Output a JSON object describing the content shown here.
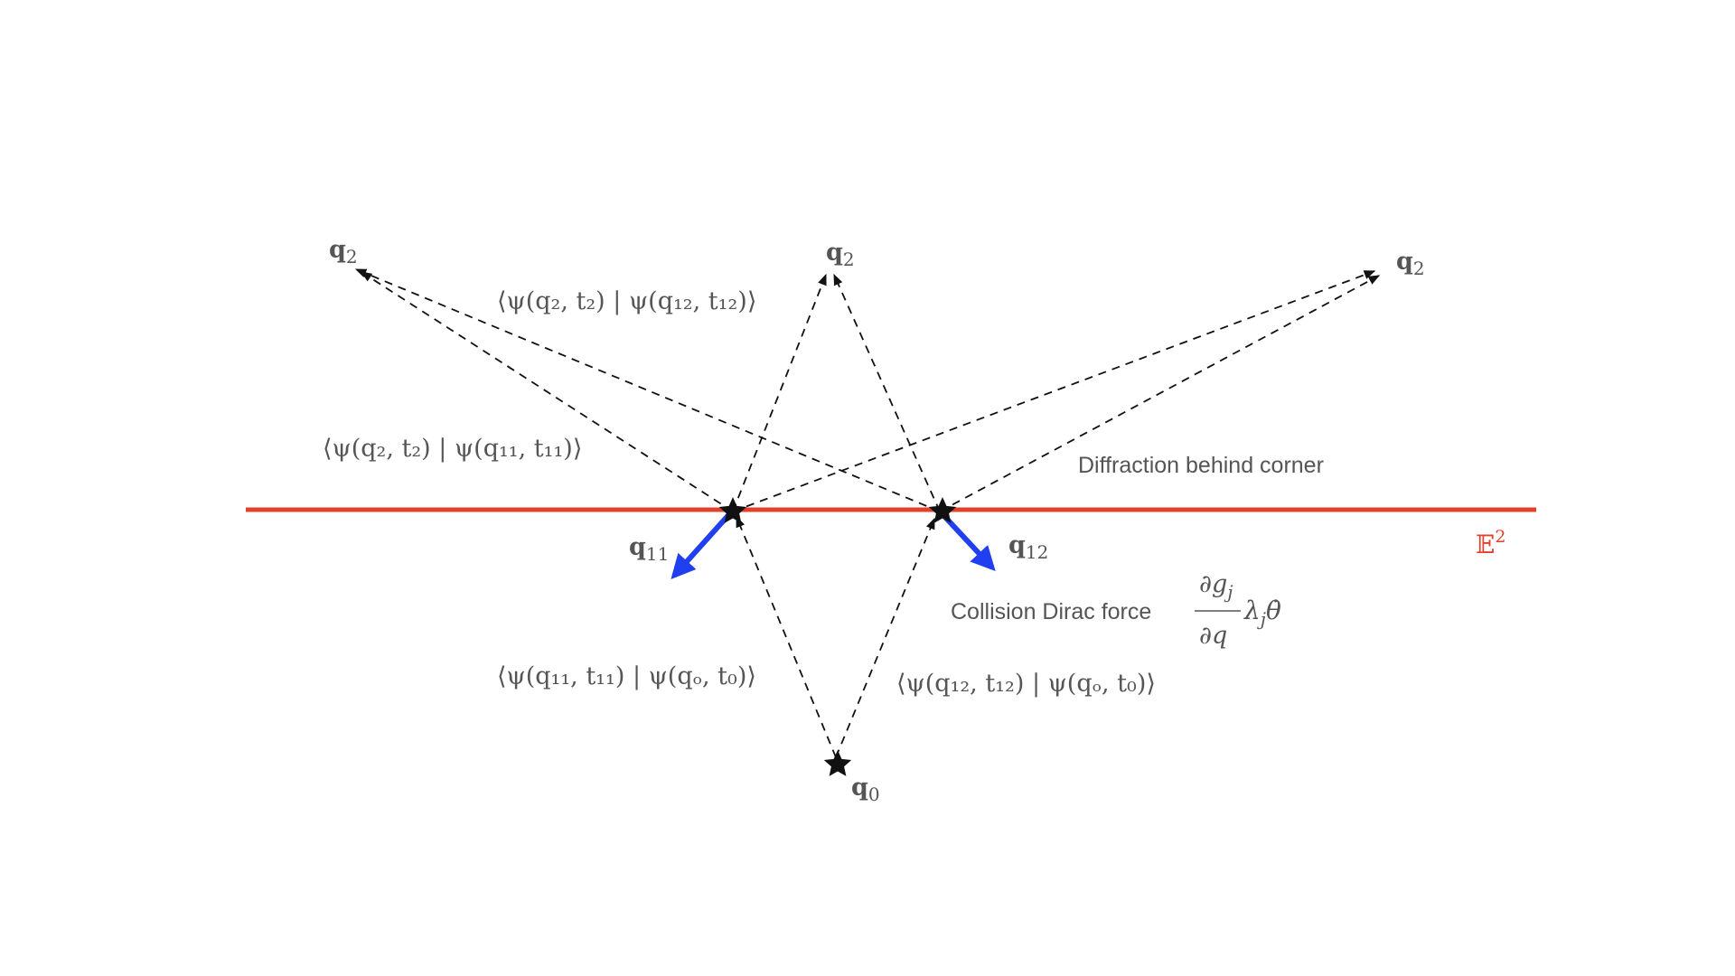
{
  "points": {
    "q2_left": "q",
    "q2_left_sub": "2",
    "q2_mid": "q",
    "q2_mid_sub": "2",
    "q2_right": "q",
    "q2_right_sub": "2",
    "q11": "q",
    "q11_sub": "11",
    "q12": "q",
    "q12_sub": "12",
    "q0": "q",
    "q0_sub": "0"
  },
  "plane": {
    "label": "𝔼",
    "sup": "2",
    "color": "#e2402a"
  },
  "annotations": {
    "diffraction": "Diffraction behind corner",
    "collision": "Collision Dirac force"
  },
  "formulas": {
    "amp_q2_q12": "⟨ψ(q₂, t₂) | ψ(q₁₂, t₁₂)⟩",
    "amp_q2_q11": "⟨ψ(q₂, t₂) | ψ(q₁₁, t₁₁)⟩",
    "amp_q11_q0": "⟨ψ(q₁₁, t₁₁) | ψ(qₒ, t₀)⟩",
    "amp_q12_q0": "⟨ψ(q₁₂, t₁₂) | ψ(qₒ, t₀)⟩",
    "force_numerator": "∂g",
    "force_numerator_sub": "j",
    "force_denominator": "∂q",
    "force_tail": "λ",
    "force_tail_sub": "j",
    "force_theta": "θ̇"
  },
  "colors": {
    "plane": "#e2402a",
    "force_arrow": "#1f3ff0",
    "paths": "#111111",
    "text": "#555555"
  }
}
